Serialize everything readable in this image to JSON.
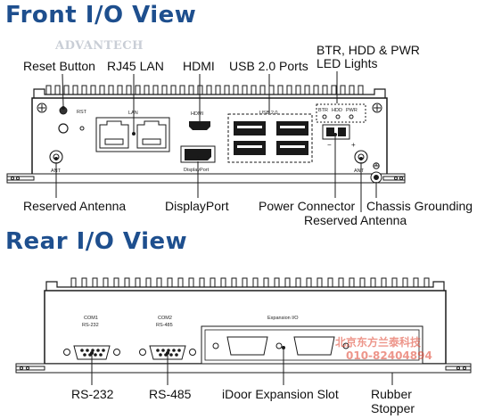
{
  "sections": {
    "front_title": "Front I/O View",
    "rear_title": "Rear I/O View"
  },
  "brand_watermark": "ADVANTECH",
  "front_callouts": {
    "reset_button": "Reset Button",
    "rj45_lan": "RJ45 LAN",
    "hdmi": "HDMI",
    "usb_ports": "USB 2.0 Ports",
    "led_lights_line1": "BTR, HDD & PWR",
    "led_lights_line2": "LED Lights",
    "reserved_antenna_left": "Reserved Antenna",
    "displayport": "DisplayPort",
    "power_connector": "Power Connector",
    "chassis_grounding": "Chassis Grounding",
    "reserved_antenna_right": "Reserved Antenna"
  },
  "front_silkscreen": {
    "rst": "RST",
    "lan": "LAN",
    "hdmi": "HDMI",
    "usb": "USB 2.0",
    "displayport": "DisplayPort",
    "ant_left": "ANT",
    "ant_right": "ANT",
    "btr": "BTR",
    "hdd": "HDD",
    "pwr": "PWR",
    "minus": "−",
    "plus": "+"
  },
  "rear_callouts": {
    "rs232": "RS-232",
    "rs485": "RS-485",
    "idoor": "iDoor Expansion Slot",
    "rubber_line1": "Rubber",
    "rubber_line2": "Stopper"
  },
  "rear_silkscreen": {
    "com1_line1": "COM1",
    "com1_line2": "RS-232",
    "com2_line1": "COM2",
    "com2_line2": "RS-485",
    "expansion": "Expansion I/O"
  },
  "watermark": {
    "line1": "北京东方兰泰科技",
    "line2": "010-82404894"
  },
  "colors": {
    "title": "#1e4f8e",
    "panel_stroke": "#1a1a1a",
    "watermark": "#e0402b"
  }
}
